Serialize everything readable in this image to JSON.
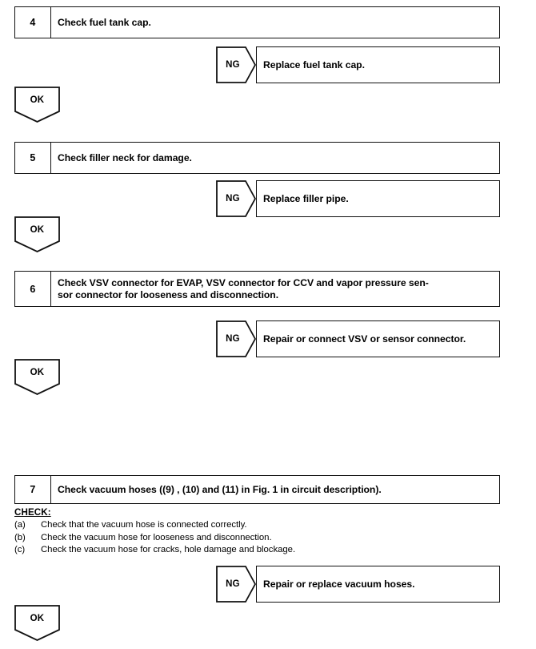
{
  "document": {
    "type": "diagnostic-flowchart",
    "branch_ok_label": "OK",
    "branch_ng_label": "NG"
  },
  "steps": [
    {
      "number": "4",
      "lines": [
        "Check fuel tank cap."
      ],
      "ng_result": "Replace fuel tank cap.",
      "ok_label": "OK",
      "ng_label": "NG"
    },
    {
      "number": "5",
      "lines": [
        "Check filler neck for damage."
      ],
      "ng_result": "Replace filler pipe.",
      "ok_label": "OK",
      "ng_label": "NG"
    },
    {
      "number": "6",
      "lines": [
        "Check VSV connector for EVAP, VSV connector for CCV and vapor pressure sen-",
        "sor connector for looseness and disconnection."
      ],
      "ng_result": "Repair or connect VSV or sensor connector.",
      "ok_label": "OK",
      "ng_label": "NG"
    },
    {
      "number": "7",
      "lines": [
        "Check vacuum hoses ((9) , (10) and (11) in Fig. 1 in circuit description)."
      ],
      "check": {
        "title": "CHECK:",
        "items": [
          {
            "marker": "(a)",
            "text": "Check that the vacuum hose is connected correctly."
          },
          {
            "marker": "(b)",
            "text": "Check the vacuum hose for looseness and disconnection."
          },
          {
            "marker": "(c)",
            "text": "Check the vacuum hose for cracks, hole damage and blockage."
          }
        ]
      },
      "ng_result": "Repair or replace vacuum hoses.",
      "ok_label": "OK",
      "ng_label": "NG"
    }
  ],
  "colors": {
    "page_background": "#ffffff",
    "stroke": "#111111",
    "text": "#000000"
  }
}
